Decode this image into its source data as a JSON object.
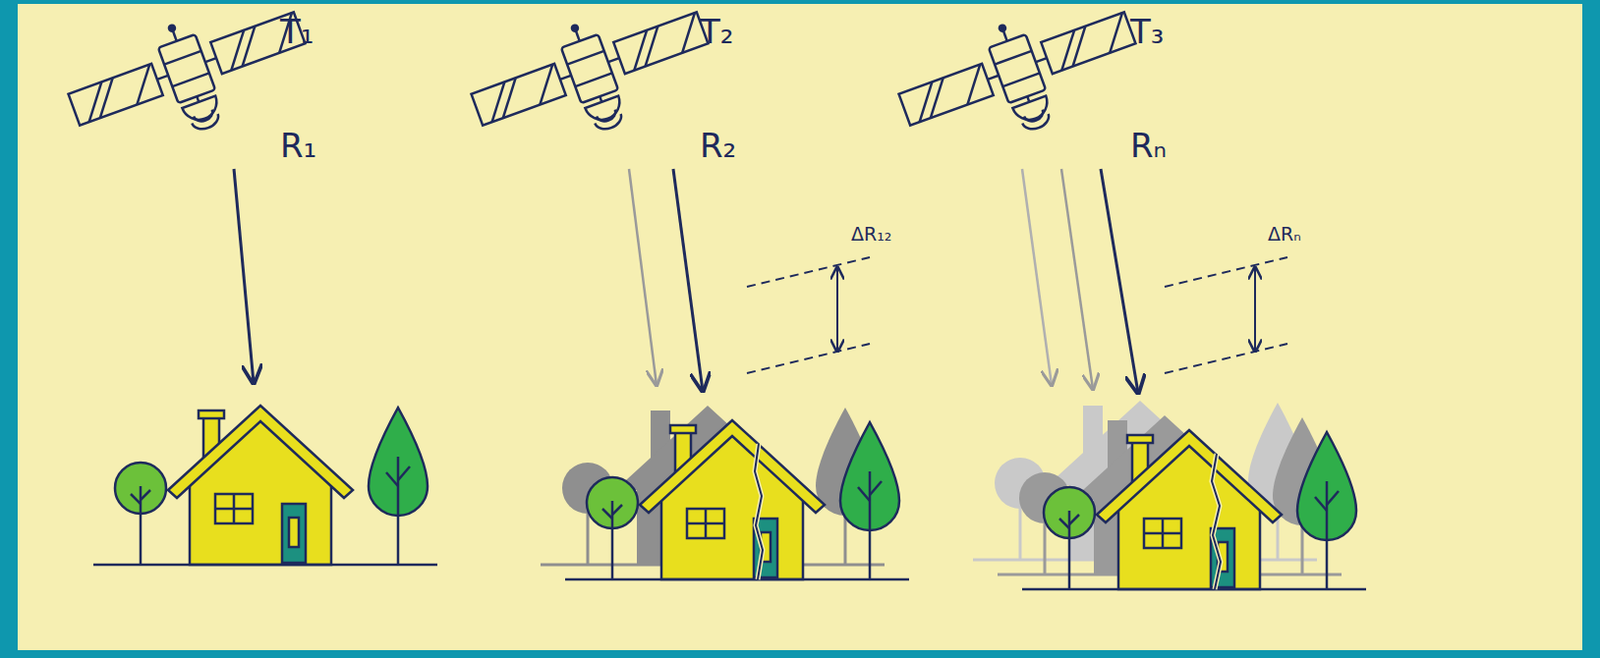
{
  "diagram": {
    "labels": [
      "T₁",
      "R₁",
      "T₂",
      "R₂",
      "ΔR₁₂",
      "T₃",
      "Rₙ",
      "ΔRₙ"
    ]
  }
}
